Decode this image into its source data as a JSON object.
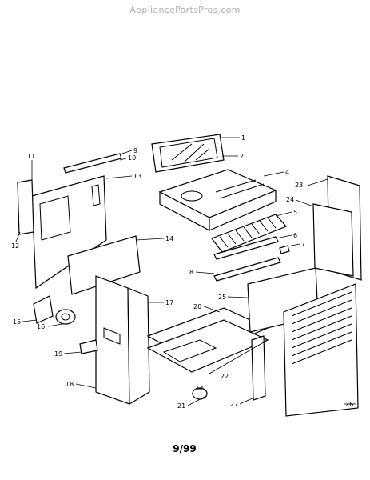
{
  "watermark": "AppliancePartsPros.com",
  "page_number": "9/99",
  "callouts": [
    "1",
    "2",
    "4",
    "5",
    "6",
    "7",
    "8",
    "9",
    "10",
    "11",
    "12",
    "13",
    "14",
    "15",
    "16",
    "17",
    "18",
    "19",
    "20",
    "21",
    "22",
    "23",
    "24",
    "25",
    "26",
    "27"
  ]
}
